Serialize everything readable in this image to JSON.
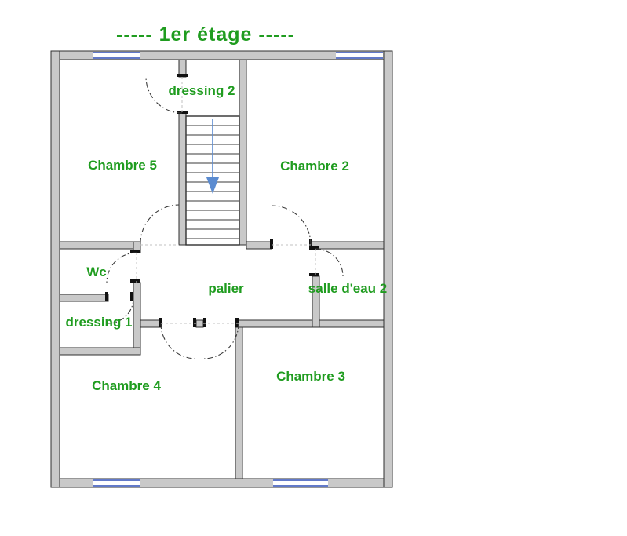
{
  "title": "-----  1er étage  -----",
  "colors": {
    "label_green": "#1f9c1f",
    "wall_fill": "#c9c9c9",
    "wall_stroke": "#2f2f2f",
    "window_blue": "#2e4db5",
    "stair_arrow_blue": "#5b8bd0"
  },
  "rooms": {
    "dressing2": {
      "label": "dressing 2"
    },
    "chambre5": {
      "label": "Chambre 5"
    },
    "chambre2": {
      "label": "Chambre 2"
    },
    "wc": {
      "label": "Wc"
    },
    "palier": {
      "label": "palier"
    },
    "salle_deau2": {
      "label": "salle d'eau 2"
    },
    "dressing1": {
      "label": "dressing 1"
    },
    "chambre4": {
      "label": "Chambre 4"
    },
    "chambre3": {
      "label": "Chambre 3"
    }
  }
}
